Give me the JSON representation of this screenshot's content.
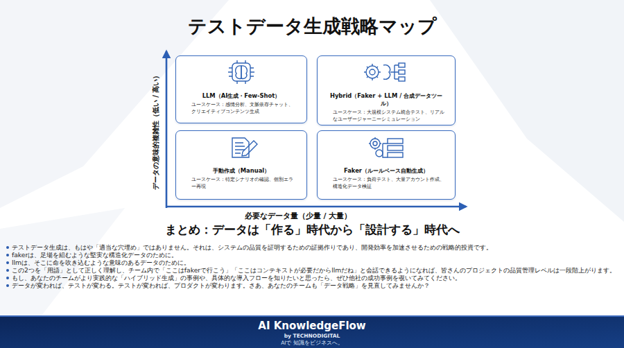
{
  "diagram": {
    "title": "テストデータ生成戦略マップ",
    "nodes": [
      {
        "text": [
          "LLM（AI生成・Few-Shot）",
          "ユースケース：感情分析、文脈依存チャット、クリエイティブコンテンツ生成"
        ]
      },
      {
        "text": [
          "Hybrid（Faker + LLM / 合成データツール）",
          "ユースケース：大規模システム統合テスト、リアルなユーザージャーニーシミュレーション"
        ]
      },
      {
        "text": [
          "手動作成（Manual）",
          "ユースケース：特定シナリオの確認、個別エラー再現"
        ]
      },
      {
        "text": [
          "Faker（ルールベース自動生成）",
          "ユースケース：負荷テスト、大量アカウント作成、構造化データ検証"
        ]
      }
    ],
    "labels": [
      "データの意味的複雑性（低い / 高い）",
      "必要なデータ量（少量 / 大量）",
      "まとめ：データは「作る」時代から「設計する」時代へ",
      "テストデータ生成は、もはや「適当な穴埋め」ではありません。それは、システムの品質を証明するための証拠作りであり、開発効率を加速させるための戦略的投資です。",
      "fakerは、足場を組むような堅実な構造化データのために。",
      "llmは、そこに命を吹き込むような意味のあるデータのために。",
      "この2つを「用語」として正しく理解し、チーム内で「ここはfakerで行こう」「ここはコンテキストが必要だからllmだね」と会話できるようになれば、皆さんのプロジェクトの品質管理レベルは一段階上がります。",
      "もし、あなたのチームがより実践的な「ハイブリッド生成」の事例や、具体的な導入フローを知りたいと思ったら、ぜひ他社の成功事例を覗いてみてください。",
      "データが変われば、テストが変わる。テストが変われば、プロダクトが変わります。さあ、あなたのチームも「データ戦略」を見直してみませんか？",
      "AI KnowledgeFlow",
      "by TECHNODIGITAL",
      "AIで 知識をビジネスへ。"
    ]
  }
}
